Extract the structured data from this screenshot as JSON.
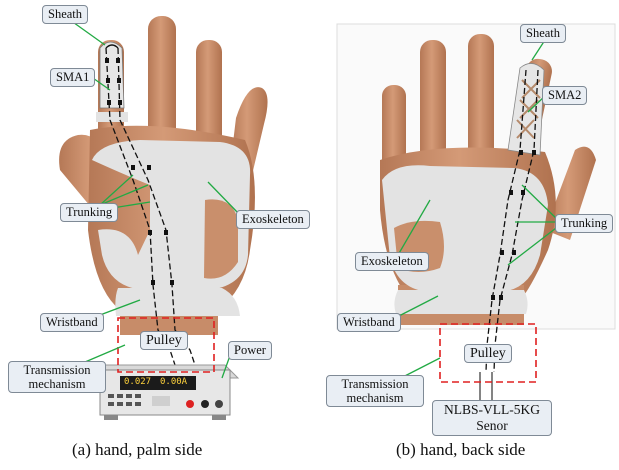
{
  "left_panel": {
    "labels": {
      "sheath": "Sheath",
      "sma": "SMA1",
      "trunking": "Trunking",
      "exoskeleton": "Exoskeleton",
      "wristband": "Wristband",
      "pulley": "Pulley",
      "transmission_line1": "Transmission",
      "transmission_line2": "mechanism",
      "power": "Power"
    },
    "power_display": {
      "voltage": "0.027",
      "current": "0.00A"
    },
    "caption": "(a) hand, palm side"
  },
  "right_panel": {
    "labels": {
      "sheath": "Sheath",
      "sma": "SMA2",
      "trunking": "Trunking",
      "exoskeleton": "Exoskeleton",
      "wristband": "Wristband",
      "pulley": "Pulley",
      "transmission_line1": "Transmission",
      "transmission_line2": "mechanism",
      "sensor_line1": "NLBS-VLL-5KG",
      "sensor_line2": "Senor"
    },
    "caption": "(b) hand, back side"
  },
  "colors": {
    "skin": "#c98f6c",
    "skin_shadow": "#a86d4f",
    "exoskeleton": "#e3e3e3",
    "leader_line": "#22aa44",
    "dashed_box": "#e02020",
    "label_fill": "#e9eef4"
  }
}
